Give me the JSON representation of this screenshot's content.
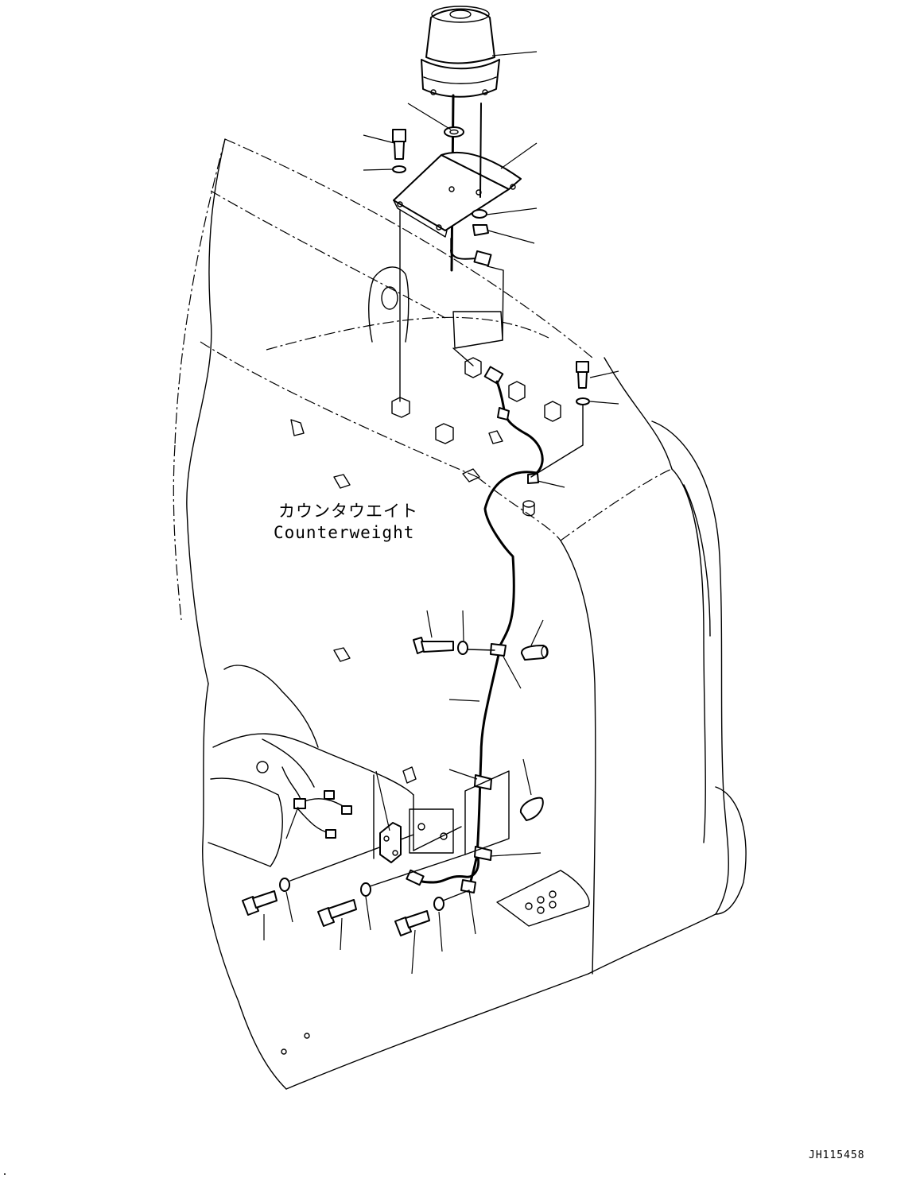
{
  "diagram": {
    "label_japanese": "カウンタウエイト",
    "label_english": "Counterweight",
    "drawing_code": "JH115458"
  }
}
